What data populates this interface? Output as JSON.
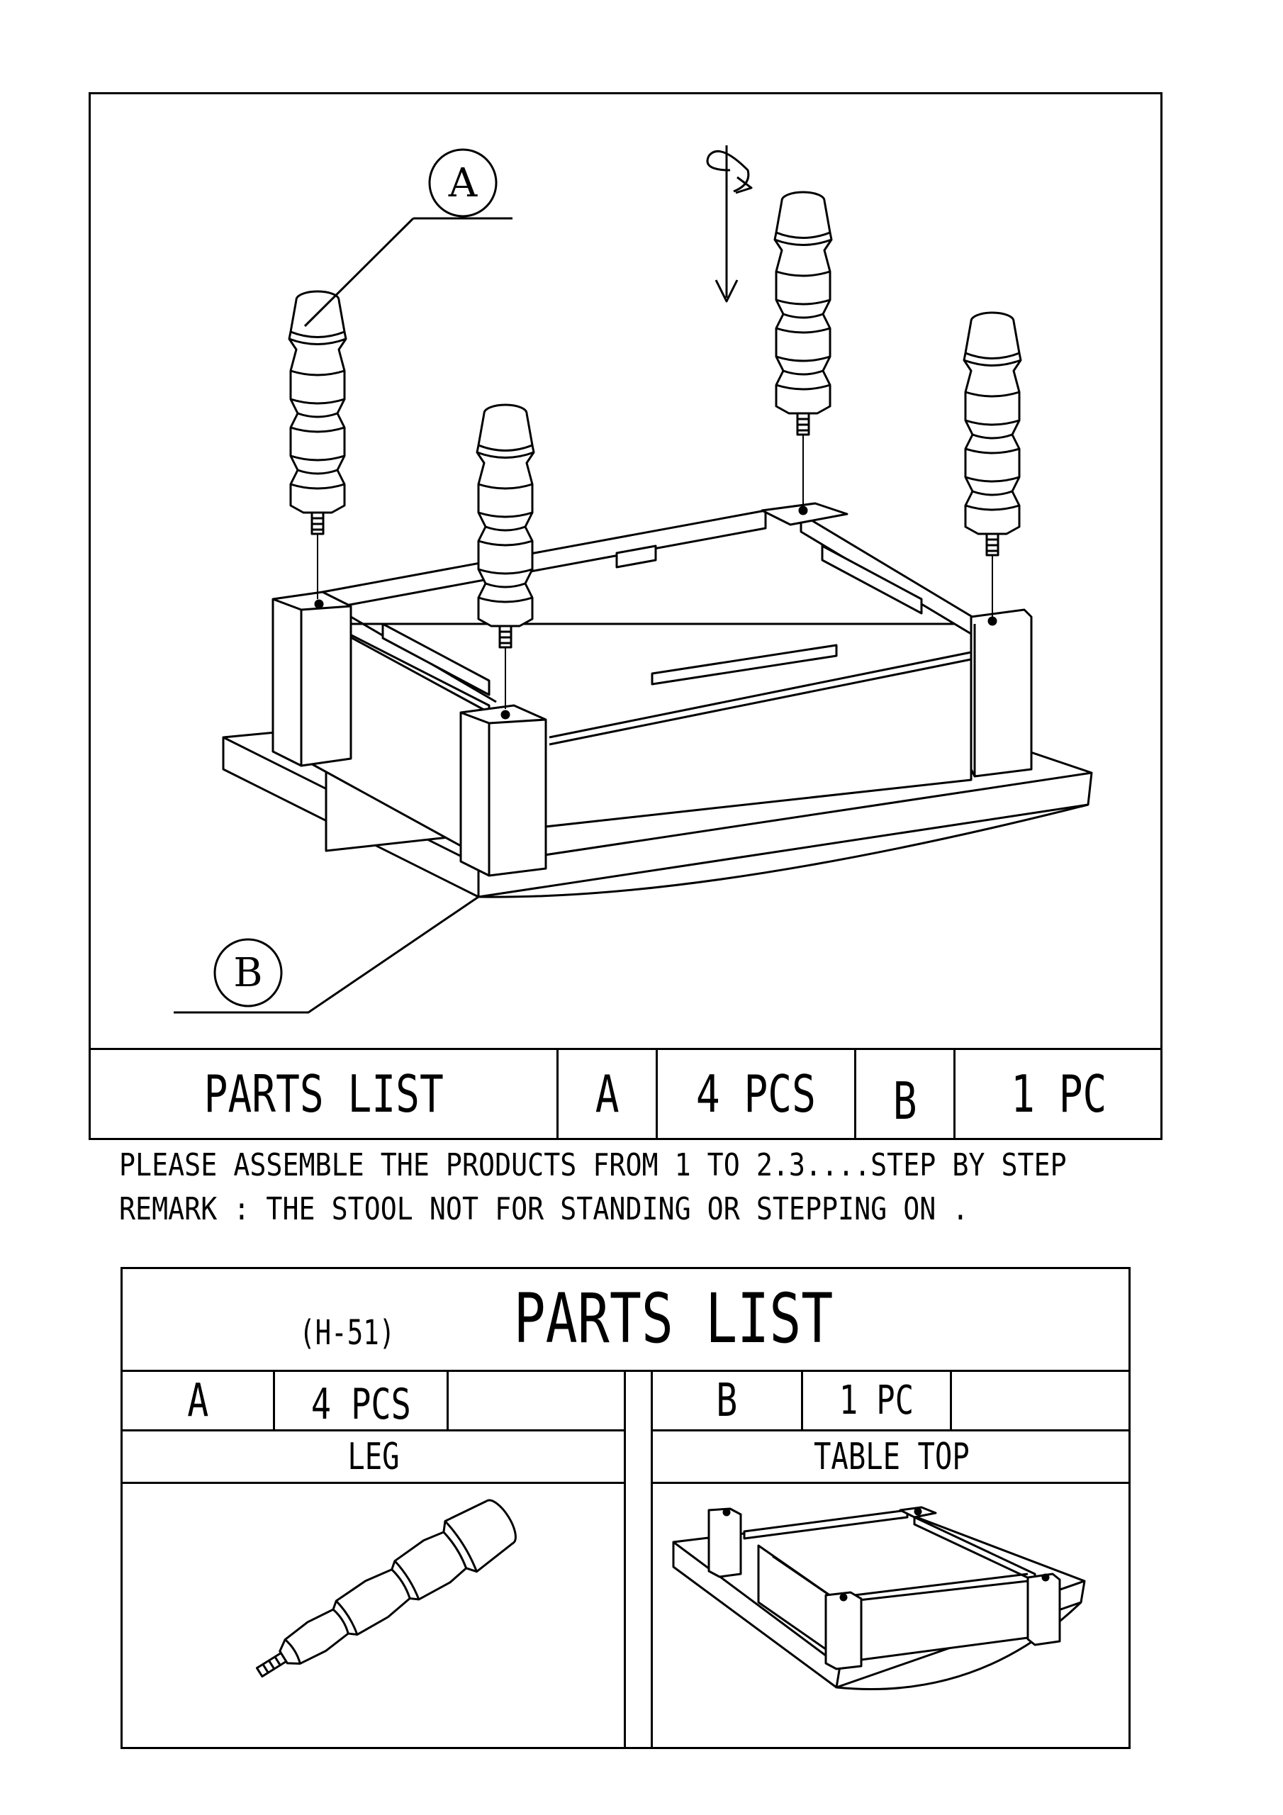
{
  "step_diagram": {
    "callout_a": "A",
    "callout_b": "B"
  },
  "parts_table_top": {
    "title": "PARTS LIST",
    "part_a_label": "A",
    "part_a_qty": "4 PCS",
    "part_b_label": "B",
    "part_b_qty": "1 PC"
  },
  "instructions": {
    "line1": "PLEASE ASSEMBLE THE PRODUCTS FROM 1 TO 2.3....STEP BY STEP",
    "line2": "REMARK : THE STOOL NOT FOR STANDING OR STEPPING ON ."
  },
  "parts_list": {
    "model": "(H-51)",
    "title": "PARTS LIST",
    "part_a_label": "A",
    "part_a_qty": "4 PCS",
    "part_a_name": "LEG",
    "part_b_label": "B",
    "part_b_qty": "1 PC",
    "part_b_name": "TABLE TOP"
  }
}
